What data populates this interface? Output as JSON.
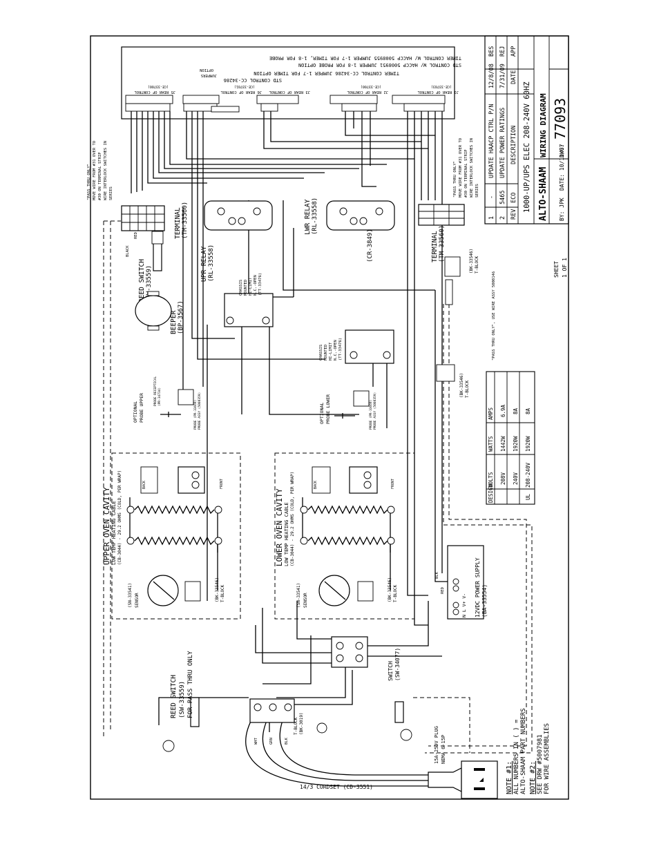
{
  "title_block": {
    "logo": "ALTO-SHAAM",
    "by": "BY: JPK",
    "date": "DATE: 10/11/07",
    "drawing_title": "WIRING DIAGRAM",
    "dwg_label": "DWG:",
    "dwg_number": "77093",
    "sheet_label": "SHEET",
    "sheet_value": "1 OF 1",
    "model": "1000-UP/UPS ELEC 208-240V 60HZ",
    "revisions_header": {
      "rev": "REV",
      "eco": "ECO",
      "description": "DESCRIPTION",
      "date": "DATE",
      "app": "APP"
    },
    "revisions": [
      {
        "rev": "1",
        "eco": "-",
        "description": "UPDATE HAACP CTRL P/N",
        "date": "12/8/08",
        "app": "BES"
      },
      {
        "rev": "2",
        "eco": "5465",
        "description": "UPDATE POWER RATINGS",
        "date": "7/31/09",
        "app": "REJ"
      }
    ]
  },
  "power_table": {
    "headers": {
      "design": "DESIGN",
      "volts": "VOLTS",
      "watts": "WATTS",
      "amps": "AMPS"
    },
    "design_code": "UL",
    "rows": [
      {
        "volts": "208V",
        "watts": "1442W",
        "amps": "6.9A"
      },
      {
        "volts": "240V",
        "watts": "1920W",
        "amps": "8A"
      },
      {
        "volts": "208-240V",
        "watts": "1920W",
        "amps": "8A"
      }
    ]
  },
  "notes": {
    "note1_title": "NOTE #1:",
    "note1_line1": "ALL NUMBERS IN ( ) =",
    "note1_line2": "ALTO-SHAAM PART NUMBERS",
    "note2_title": "NOTE #2:",
    "note2_line1": "SEE DRW #5007981",
    "note2_line2": "FOR WIRE ASSEMBLIES"
  },
  "controls": {
    "timer_line1": "TIMER CONTROL W/ HACCP 5008955  JUMPER 1-7 FOR TIMER, 1-8 FOR PROBE",
    "std_line1": "STD CONTROL W/ HACCP 5008951  JUMPER 1-8 FOR PROBE OPTION",
    "timer_line2": "TIMER CONTROL CC-34286  JUMPER 1-7 FOR TIMER OPTION",
    "std_line2": "STD CONTROL CC-34286",
    "j5_label": "J5 REAR OF CONTROL",
    "j5_pn": "(CE-33700)",
    "j6_label": "J6 REAR OF CONTROL",
    "j6_pn": "(CE-33701)",
    "j3_label": "J3 REAR OF CONTROL",
    "j2_label": "J2 REAR OF CONTROL",
    "j2_pn": "(CE-33700)",
    "j1_label": "J1 REAR OF CONTROL",
    "j1_pn": "(CE-33703)",
    "jumpers": "JUMPERS",
    "option": "OPTION"
  },
  "components": {
    "pass_thru_left": "\"PASS THRU ONLY\"",
    "move_wire_left": "MOVE WIRE FROM #31 OVER TO",
    "move_wire_left2": "#30 ON TERMINAL STRIP",
    "move_wire_left3": "WIRE INTERLOCK SWITCHES IN",
    "move_wire_left4": "SERIES",
    "black": "BLACK",
    "red": "RED",
    "reed_switch": "REED SWITCH",
    "reed_switch_pn": "(SW-33559)",
    "terminal_left": "TERMINAL",
    "terminal_left_pn": "(TM-33560)",
    "upr_relay": "UPR RELAY",
    "upr_relay_pn": "(RL-33558)",
    "lwr_relay": "LWR RELAY",
    "lwr_relay_pn": "(RL-33558)",
    "cr_pn": "(CR-3849)",
    "beeper": "BEEPER",
    "beeper_pn": "(BP-3567)",
    "chassis_upper_1": "CHASSIS",
    "chassis_upper_2": "MOUNTED",
    "chassis_upper_3": "HI-LIMIT",
    "chassis_upper_4": "N.C.-OPEN",
    "chassis_upper_pn": "(TT-33476)",
    "chassis_lower_1": "CHASSIS",
    "chassis_lower_2": "MOUNTED",
    "chassis_lower_3": "HI-LIMIT",
    "chassis_lower_4": "N.C.-OPEN",
    "chassis_lower_pn": "(TT-33476)",
    "pass_thru_right": "\"PASS THRU ONLY\"",
    "move_wire_right": "MOVE WIRE FROM #31 OVER TO",
    "move_wire_right2": "#30 ON TERMINAL STRIP",
    "move_wire_right3": "WIRE INTERLOCK SWITCHES IN",
    "move_wire_right4": "SERIES",
    "terminal_right": "TERMINAL",
    "terminal_right_pn": "(TM-33560)",
    "tblock_right": "(BK-33546)",
    "tblock_right_label": "T-BLOCK",
    "pass_thru_note": "\"PASS THRU ONLY\", USE WIRE ASSY 5008146",
    "optional_probe_upper_1": "OPTIONAL",
    "optional_probe_upper_2": "PROBE UPPER",
    "optional_probe_lower_1": "OPTIONAL",
    "optional_probe_lower_2": "PROBE LOWER",
    "probe_receptical": "PROBE RECEPTICAL",
    "probe_receptical_pn": "(PR-34734)",
    "probe_pn": "PROBE (PR-33669)",
    "probe_assy": "PROBE ASSY (5008359)",
    "tblock_mid": "(BK-33546)",
    "tblock_mid_label": "T-BLOCK",
    "upper_cavity": "UPPER OVEN CAVITY",
    "upper_cable": "LOW TEMP HEATING CABLE",
    "upper_cable_pn": "(CB-3044) - 29.2 OHMS (COLD, PER WRAP)",
    "lower_cavity": "LOWER OVEN CAVITY",
    "lower_cable": "LOW TEMP HEATING CABLE",
    "lower_cable_pn": "(CB-3044) - 29.2 OHMS (COLD, PER WRAP)",
    "back": "BACK",
    "front": "FRONT",
    "sensor_upper": "SENSOR",
    "sensor_upper_pn": "(SN-33541)",
    "sensor_lower": "SENSOR",
    "sensor_lower_pn": "(SN-33541)",
    "tblock_upper": "(BK-33546)",
    "tblock_upper_label": "T-BLOCK",
    "tblock_lower": "(BK-33546)",
    "tblock_lower_label": "T-BLOCK",
    "blk": "BLK",
    "red2": "RED",
    "power_supply": "12VDC POWER SUPPLY",
    "power_supply_pn": "(BA-33554)",
    "ps_terminals": "N  L   V+ V-",
    "switch": "SWITCH",
    "switch_pn": "(SW-34077)",
    "reed_switch_pass": "REED SWITCH",
    "reed_switch_pass_pn": "(SW-33559)",
    "reed_switch_pass_note": "FOR PASS THRU ONLY",
    "tblock_bottom": "T-BLOCK",
    "tblock_bottom_pn": "(BK-3019)",
    "wht": "WHT",
    "grn": "GRN",
    "blk2": "BLK",
    "cordset": "14/3 CORDSET (CD-3551)",
    "plug1": "15A-250V PLUG",
    "plug2": "NEMA 6-15P"
  }
}
